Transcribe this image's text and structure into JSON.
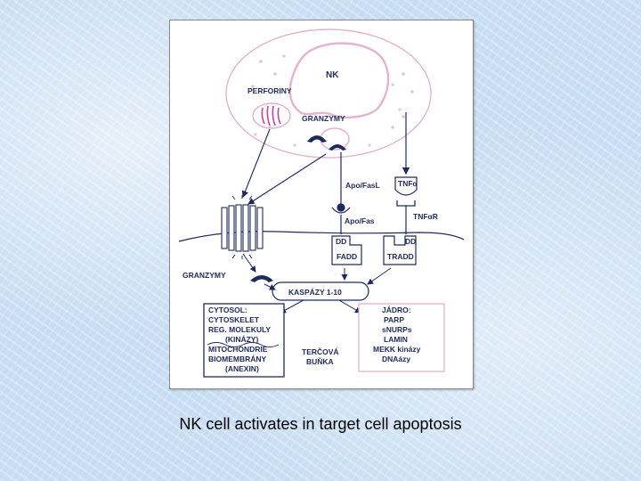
{
  "caption": "NK cell activates in target cell apoptosis",
  "diagram": {
    "nk_label": "NK",
    "perforiny_label": "PERFORINY",
    "granzymy_top_label": "GRANZYMY",
    "apo_fasl_label": "Apo/FasL",
    "tnfa_label": "TNFα",
    "tnfar_label": "TNFαR",
    "apo_fas_label": "Apo/Fas",
    "dd_left_label": "DD",
    "dd_right_label": "DD",
    "fadd_label": "FADD",
    "tradd_label": "TRADD",
    "granzymy_bottom_label": "GRANZYMY",
    "kaspazy_label": "KASPÁZY 1-10",
    "cytosol": {
      "title": "CYTOSOL:",
      "lines": [
        "CYTOSKELET",
        "REG. MOLEKULY",
        "(KINÁZY)",
        "MITOCHONDRIE",
        "BIOMEMBRÁNY",
        "(ANEXIN)"
      ]
    },
    "jadro": {
      "title": "JÁDRO:",
      "lines": [
        "PARP",
        "sNURPs",
        "LAMIN",
        "MEKK kinázy",
        "DNAázy"
      ]
    },
    "tercova_line1": "TERČOVÁ",
    "tercova_line2": "BUŇKA"
  },
  "colors": {
    "navy": "#1f2a5a",
    "pink": "#e3b3cf",
    "background": "#cfe2f5"
  }
}
